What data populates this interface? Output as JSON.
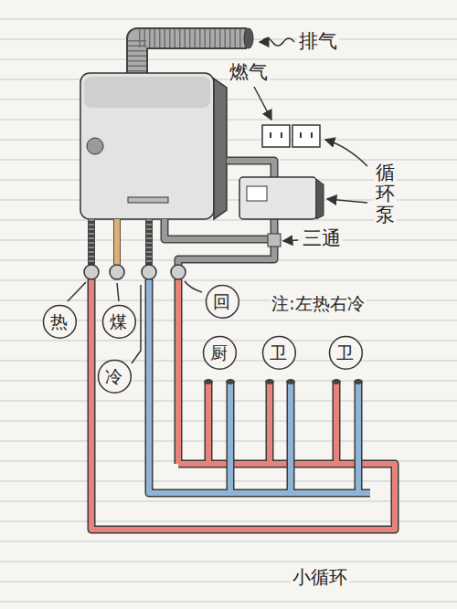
{
  "diagram": {
    "nodes": [
      {
        "text": [
          "热"
        ]
      },
      {
        "text": [
          "煤"
        ]
      },
      {
        "text": [
          "回"
        ]
      },
      {
        "text": [
          "冷"
        ]
      },
      {
        "text": [
          "厨"
        ]
      },
      {
        "text": [
          "卫"
        ]
      },
      {
        "text": [
          "卫"
        ]
      }
    ],
    "labels": [
      "排气",
      "燃气",
      "循环泵",
      "三通",
      "注:左热右冷",
      "小循环"
    ]
  }
}
